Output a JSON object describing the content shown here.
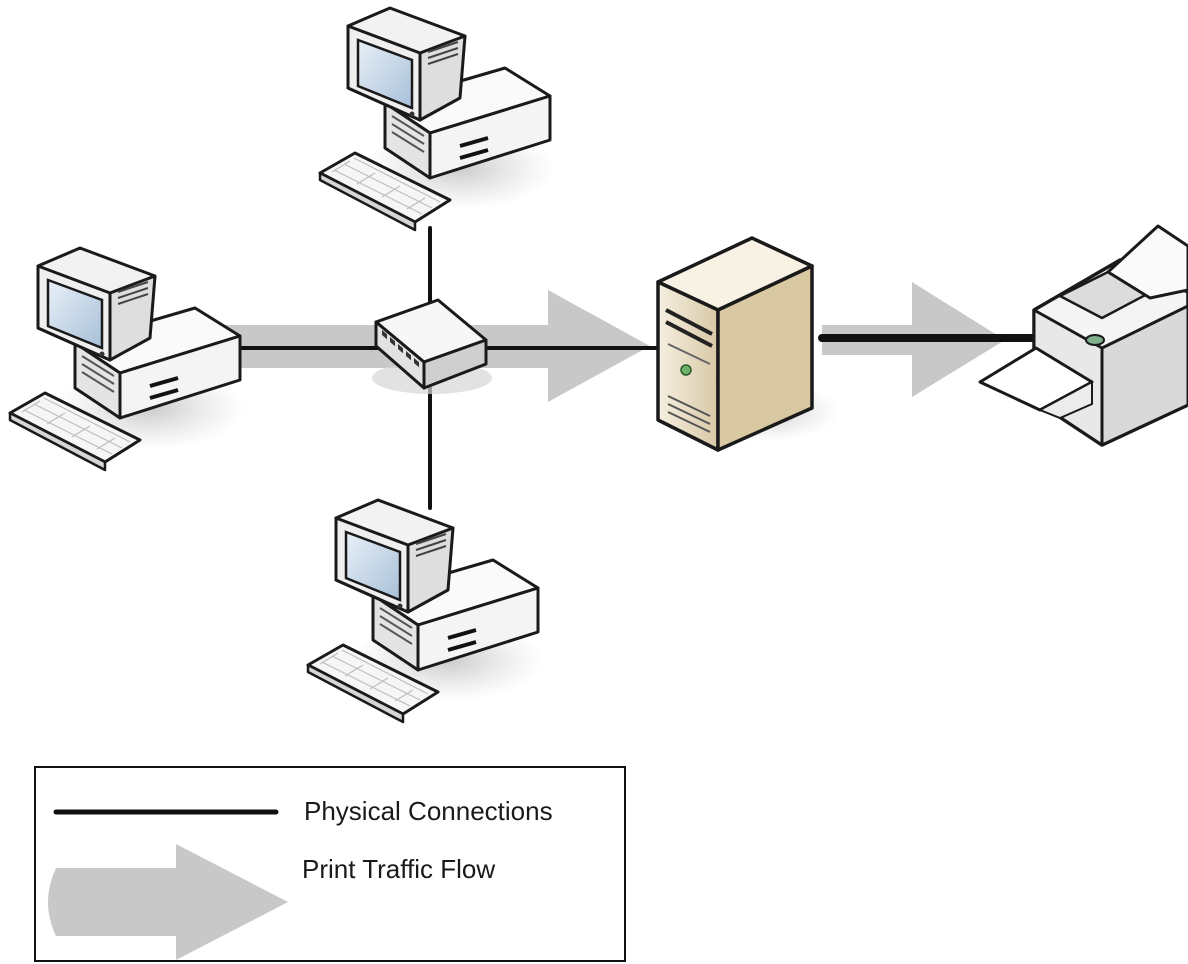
{
  "diagram": {
    "nodes": [
      {
        "id": "pc-left",
        "icon": "desktop-computer-icon"
      },
      {
        "id": "pc-top",
        "icon": "desktop-computer-icon"
      },
      {
        "id": "pc-bottom",
        "icon": "desktop-computer-icon"
      },
      {
        "id": "hub",
        "icon": "network-switch-icon"
      },
      {
        "id": "server",
        "icon": "print-server-icon"
      },
      {
        "id": "printer",
        "icon": "printer-icon"
      }
    ],
    "physical_links": [
      {
        "from": "pc-left",
        "to": "hub"
      },
      {
        "from": "pc-top",
        "to": "hub"
      },
      {
        "from": "pc-bottom",
        "to": "hub"
      },
      {
        "from": "hub",
        "to": "server"
      },
      {
        "from": "server",
        "to": "printer"
      }
    ],
    "traffic_flow": [
      {
        "from": "pc-left",
        "to": "server"
      },
      {
        "from": "server",
        "to": "printer"
      }
    ]
  },
  "legend": {
    "physical": {
      "label": "Physical Connections"
    },
    "flow": {
      "label": "Print Traffic Flow"
    }
  },
  "colors": {
    "line": "#111111",
    "flow_arrow": "#c8c8c8",
    "device_outline": "#1a1a1a",
    "monitor_body": "#f2f2f2",
    "screen": "#cfe0ef",
    "server_body": "#e6dbc3",
    "background": "#ffffff"
  }
}
